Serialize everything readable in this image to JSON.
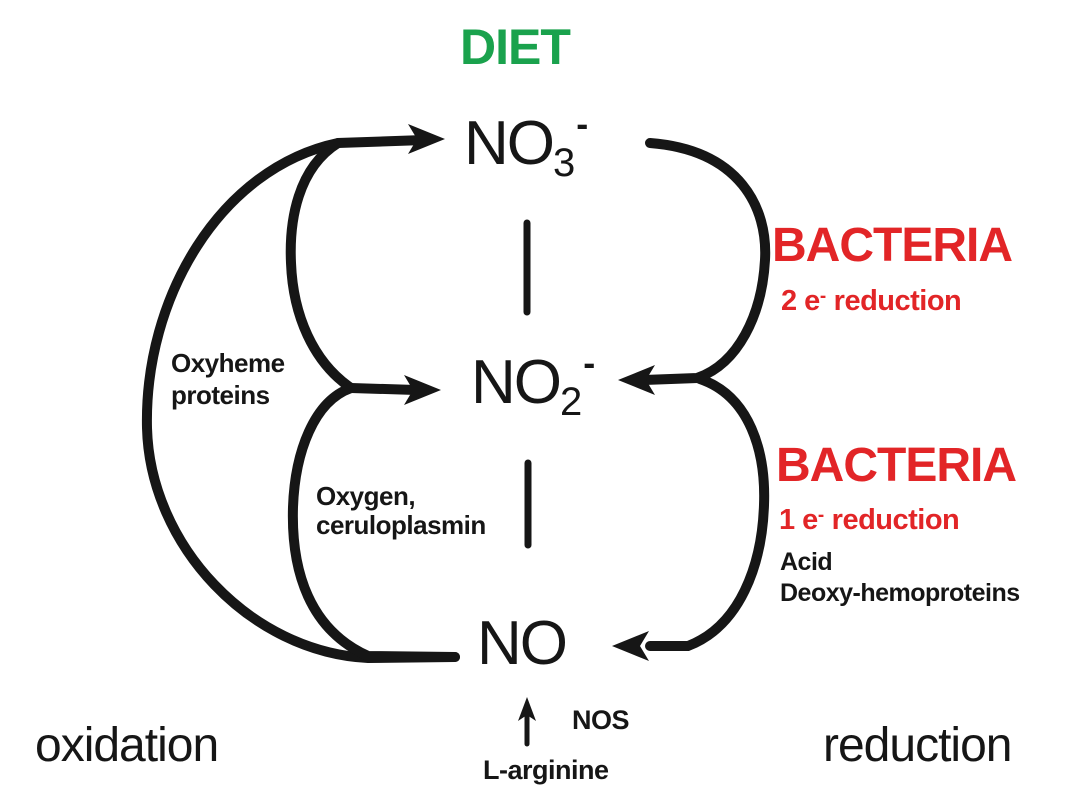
{
  "colors": {
    "green": "#1aa24d",
    "red": "#e22527",
    "ink": "#161616",
    "bg": "#ffffff"
  },
  "header": {
    "diet": "DIET"
  },
  "nodes": {
    "nitrate": {
      "base": "NO",
      "sub": "3",
      "sup": "-"
    },
    "nitrite": {
      "base": "NO",
      "sub": "2",
      "sup": "-"
    },
    "nitric_oxide": {
      "base": "NO"
    }
  },
  "right": {
    "bacteria_top": {
      "title": "BACTERIA",
      "detail_pre": "2 e",
      "detail_sup": "-",
      "detail_post": "reduction"
    },
    "bacteria_bottom": {
      "title": "BACTERIA",
      "detail_pre": "1 e",
      "detail_sup": "-",
      "detail_post": "reduction",
      "acid": "Acid",
      "deoxy": "Deoxy-hemoproteins"
    },
    "reduction": "reduction"
  },
  "left": {
    "oxyheme_line1": "Oxyheme",
    "oxyheme_line2": "proteins",
    "oxygen_line1": "Oxygen,",
    "oxygen_line2": "ceruloplasmin",
    "oxidation": "oxidation"
  },
  "bottom": {
    "nos": "NOS",
    "l_arginine": "L-arginine"
  }
}
